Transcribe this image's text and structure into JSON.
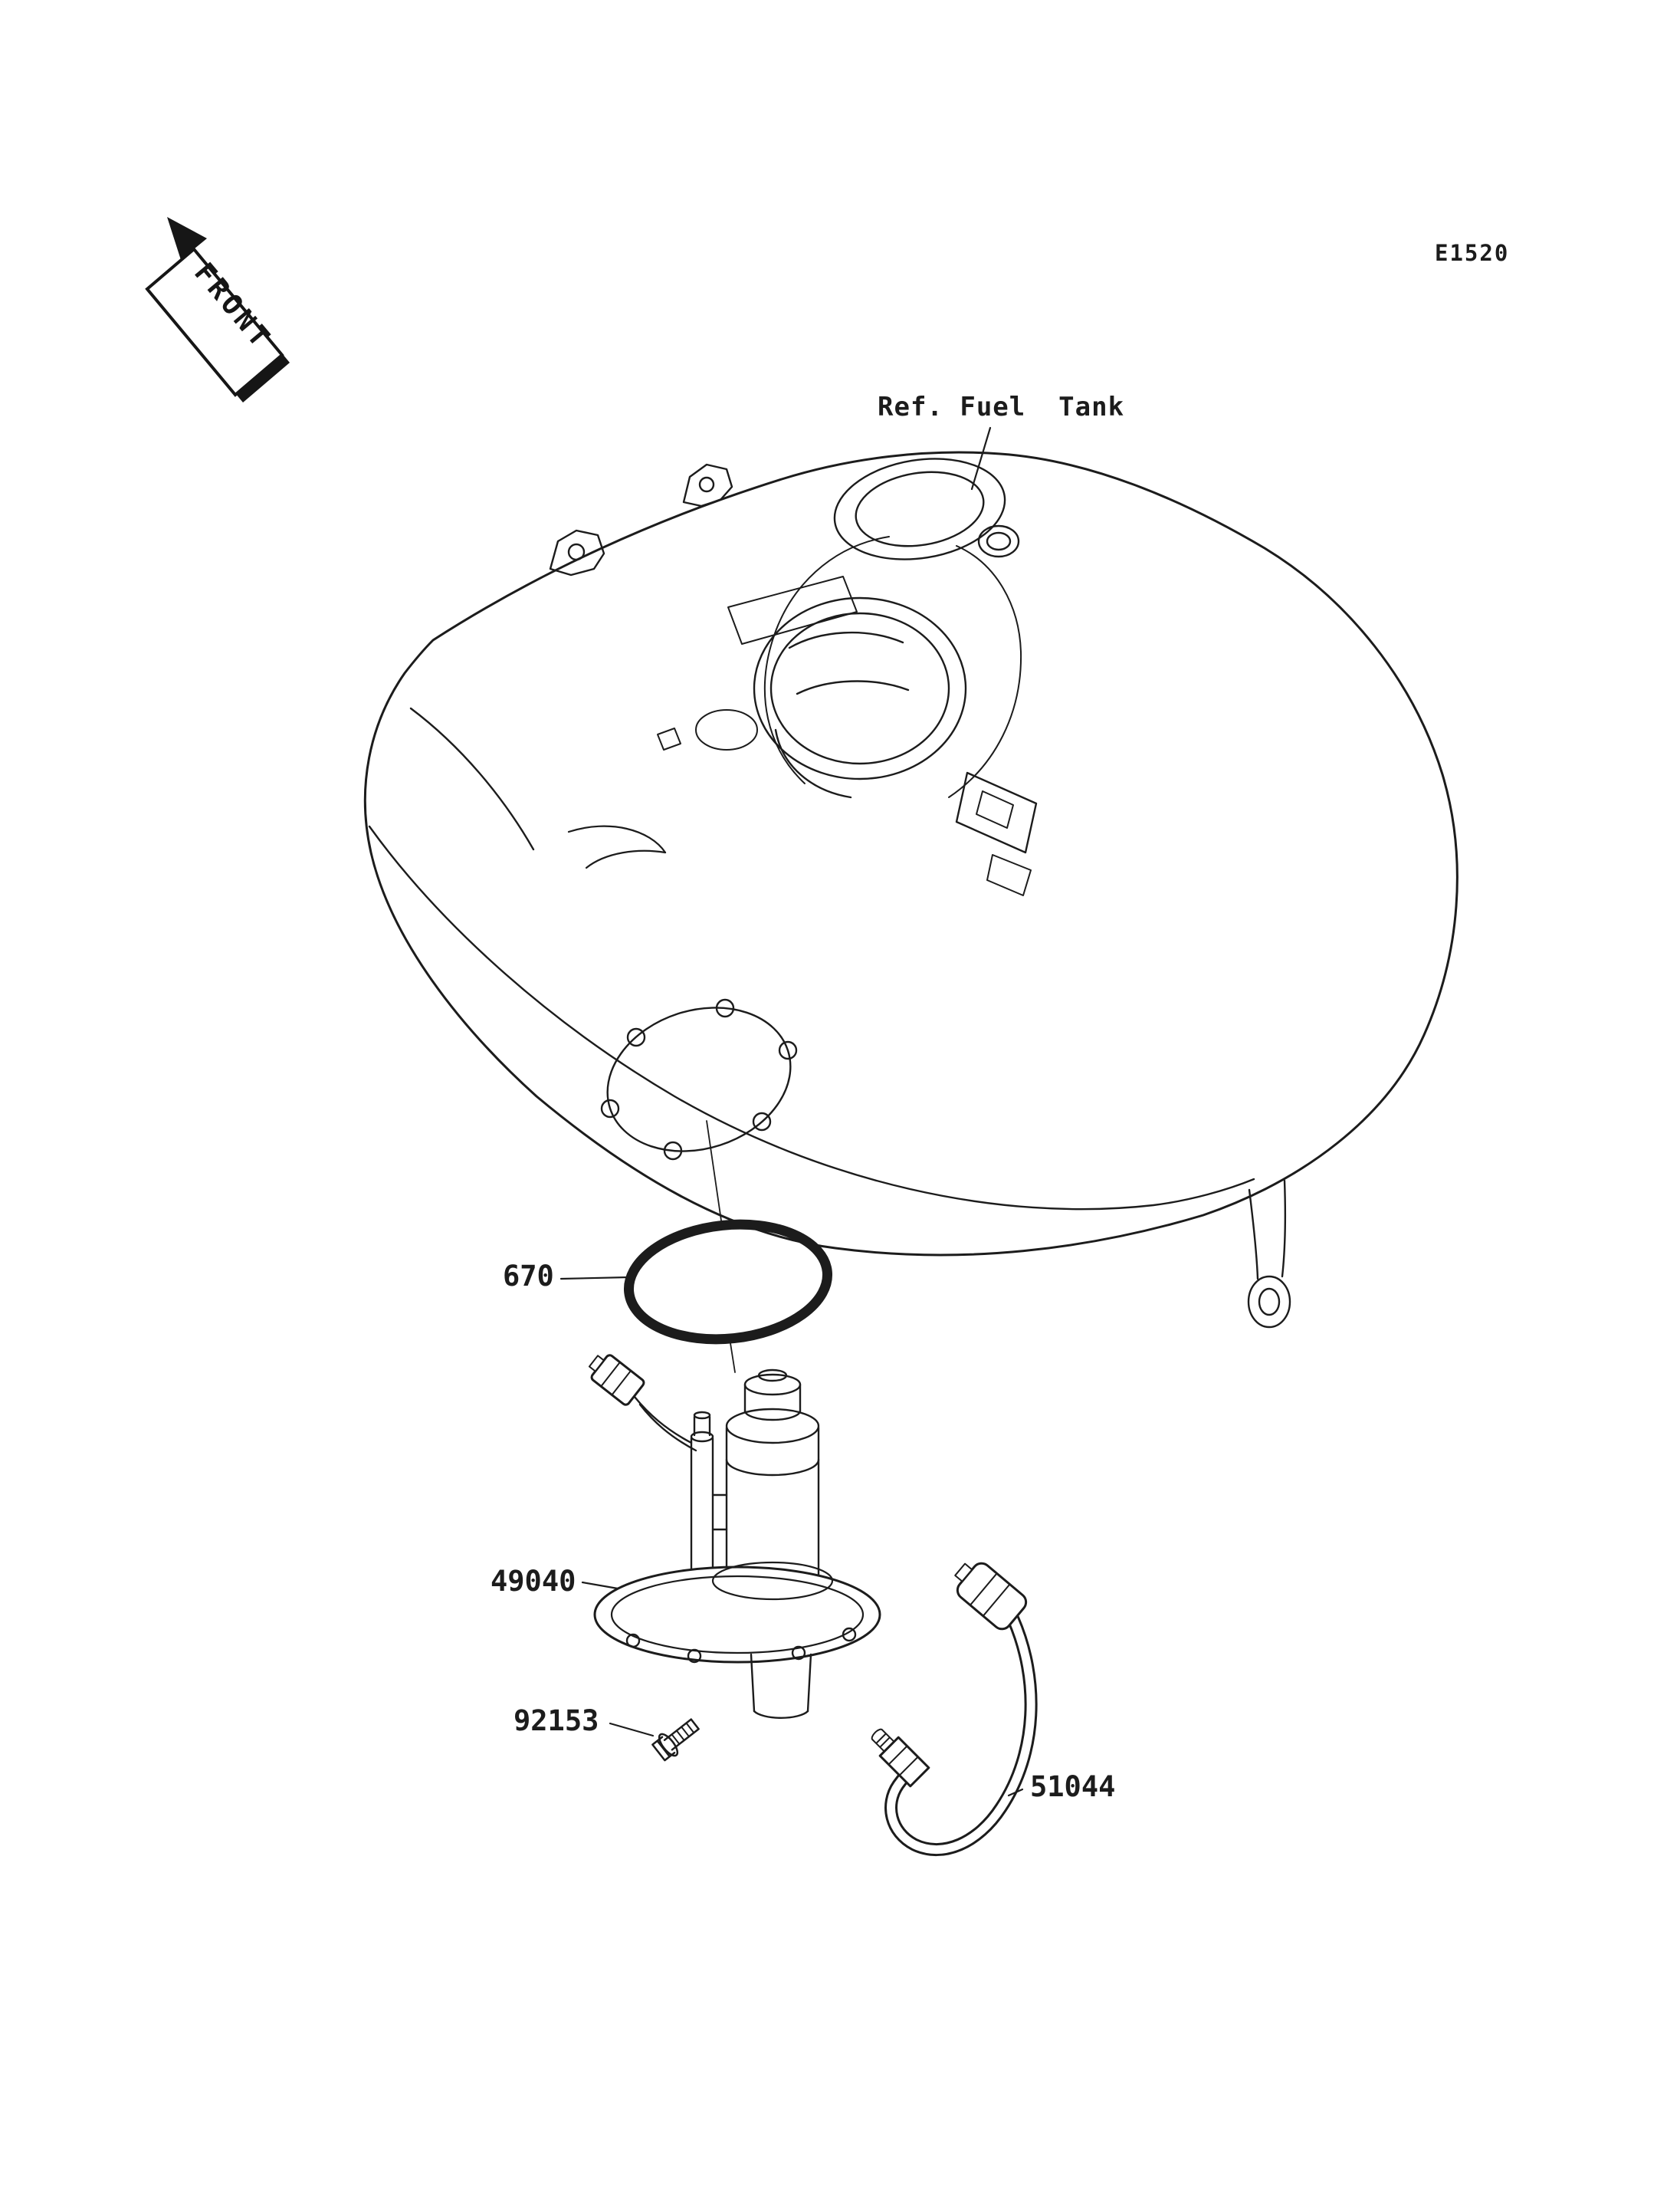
{
  "labels": {
    "doc_code": "E1520",
    "front": "FRONT",
    "ref_fuel_tank": "Ref. Fuel  Tank"
  },
  "parts": [
    {
      "number": "670"
    },
    {
      "number": "49040"
    },
    {
      "number": "92153"
    },
    {
      "number": "51044"
    }
  ],
  "colors": {
    "line": "#1c1c1c",
    "background": "#ffffff"
  }
}
